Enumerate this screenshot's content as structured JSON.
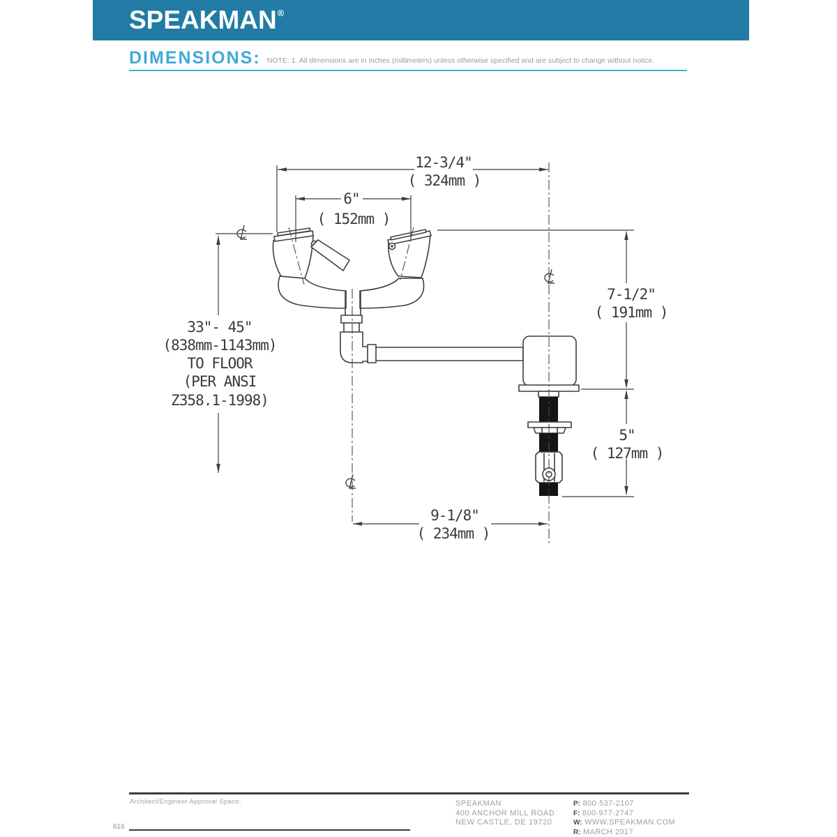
{
  "header": {
    "brand": "SPEAKMAN",
    "registered_mark": "®",
    "section_title": "DIMENSIONS:",
    "note": "NOTE: 1. All dimensions are in inches (millimeters) unless otherwise specified and are subject to change without notice.",
    "bar_color": "#217ba4",
    "accent_color": "#3fa9dc"
  },
  "drawing": {
    "line_color": "#3e3e3e",
    "thread_color": "#151515",
    "dim_overall_width": {
      "inches": "12-3/4\"",
      "mm": "( 324mm )"
    },
    "dim_head_spacing": {
      "inches": "6\"",
      "mm": "( 152mm )"
    },
    "dim_height_upper": {
      "inches": "7-1/2\"",
      "mm": "( 191mm )"
    },
    "dim_shank_length": {
      "inches": "5\"",
      "mm": "( 127mm )"
    },
    "dim_depth": {
      "inches": "9-1/8\"",
      "mm": "( 234mm )"
    },
    "mounting_note": [
      "33\"- 45\"",
      "(838mm-1143mm)",
      "TO FLOOR",
      "(PER ANSI",
      "Z358.1-1998)"
    ]
  },
  "footer": {
    "approval_label": "Architect/Engineer Approval Space:",
    "page_number": "616",
    "company": {
      "name": "SPEAKMAN",
      "address1": "400 ANCHOR MILL ROAD",
      "address2": "NEW CASTLE, DE 19720"
    },
    "contact": [
      {
        "label": "P:",
        "value": "800-537-2107"
      },
      {
        "label": "F:",
        "value": "800-977-2747"
      },
      {
        "label": "W:",
        "value": "WWW.SPEAKMAN.COM"
      },
      {
        "label": "R:",
        "value": "MARCH 2017"
      }
    ]
  }
}
